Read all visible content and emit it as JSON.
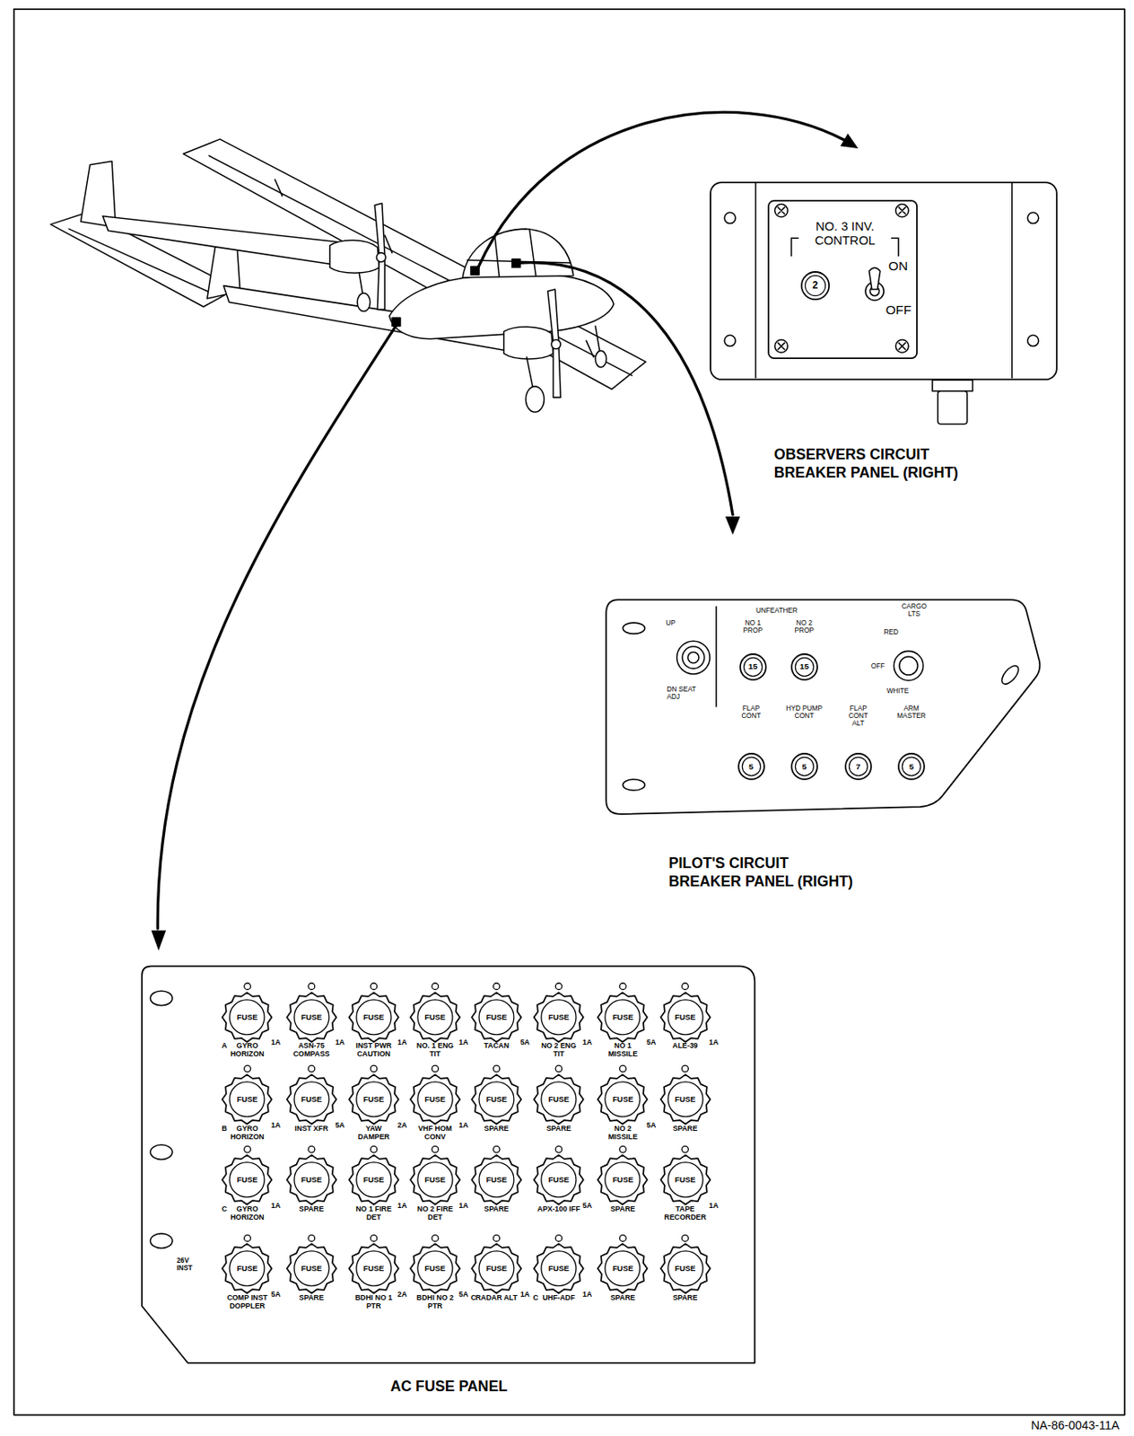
{
  "diagram": {
    "nodes": [
      {
        "text": [
          "OBSERVERS CIRCUIT BREAKER PANEL (RIGHT)"
        ]
      },
      {
        "text": [
          "NO. 3 INV. CONTROL"
        ],
        "in": 0
      },
      {
        "text": [
          "2"
        ],
        "in": 1
      },
      {
        "text": [
          "PILOT'S CIRCUIT BREAKER PANEL (RIGHT)"
        ]
      },
      {
        "text": [
          "NO 1 PROP",
          "15"
        ],
        "in": 3
      },
      {
        "text": [
          "NO 2 PROP",
          "15"
        ],
        "in": 3
      },
      {
        "text": [
          "FLAP CONT",
          "5"
        ],
        "in": 3
      },
      {
        "text": [
          "HYD PUMP CONT",
          "5"
        ],
        "in": 3
      },
      {
        "text": [
          "FLAP CONT ALT",
          "7"
        ],
        "in": 3
      },
      {
        "text": [
          "ARM MASTER",
          "5"
        ],
        "in": 3
      },
      {
        "text": [
          "AC FUSE PANEL"
        ]
      },
      {
        "text": [
          "FUSE",
          "A",
          "GYRO HORIZON",
          "1A"
        ],
        "in": 10
      },
      {
        "text": [
          "FUSE",
          "ASN-75 COMPASS",
          "1A"
        ],
        "in": 10
      },
      {
        "text": [
          "FUSE",
          "INST PWR CAUTION",
          "1A"
        ],
        "in": 10
      },
      {
        "text": [
          "FUSE",
          "NO. 1 ENG TIT",
          "1A"
        ],
        "in": 10
      },
      {
        "text": [
          "FUSE",
          "TACAN",
          "5A"
        ],
        "in": 10
      },
      {
        "text": [
          "FUSE",
          "NO 2 ENG TIT",
          "1A"
        ],
        "in": 10
      },
      {
        "text": [
          "FUSE",
          "NO 1 MISSILE",
          "5A"
        ],
        "in": 10
      },
      {
        "text": [
          "FUSE",
          "ALE-39",
          "1A"
        ],
        "in": 10
      },
      {
        "text": [
          "FUSE",
          "B",
          "GYRO HORIZON",
          "1A"
        ],
        "in": 10
      },
      {
        "text": [
          "FUSE",
          "INST XFR",
          "5A"
        ],
        "in": 10
      },
      {
        "text": [
          "FUSE",
          "YAW DAMPER",
          "2A"
        ],
        "in": 10
      },
      {
        "text": [
          "FUSE",
          "VHF HOM CONV",
          "1A"
        ],
        "in": 10
      },
      {
        "text": [
          "FUSE",
          "SPARE"
        ],
        "in": 10
      },
      {
        "text": [
          "FUSE",
          "SPARE"
        ],
        "in": 10
      },
      {
        "text": [
          "FUSE",
          "NO 2 MISSILE",
          "5A"
        ],
        "in": 10
      },
      {
        "text": [
          "FUSE",
          "SPARE"
        ],
        "in": 10
      },
      {
        "text": [
          "FUSE",
          "C",
          "GYRO HORIZON",
          "1A"
        ],
        "in": 10
      },
      {
        "text": [
          "FUSE",
          "SPARE"
        ],
        "in": 10
      },
      {
        "text": [
          "FUSE",
          "NO 1 FIRE DET",
          "1A"
        ],
        "in": 10
      },
      {
        "text": [
          "FUSE",
          "NO 2 FIRE DET",
          "1A"
        ],
        "in": 10
      },
      {
        "text": [
          "FUSE",
          "SPARE"
        ],
        "in": 10
      },
      {
        "text": [
          "FUSE",
          "APX-100 IFF",
          "5A"
        ],
        "in": 10
      },
      {
        "text": [
          "FUSE",
          "SPARE"
        ],
        "in": 10
      },
      {
        "text": [
          "FUSE",
          "TAPE RECORDER",
          "1A"
        ],
        "in": 10
      },
      {
        "text": [
          "FUSE",
          "COMP INST DOPPLER",
          "5A"
        ],
        "in": 10
      },
      {
        "text": [
          "FUSE",
          "SPARE"
        ],
        "in": 10
      },
      {
        "text": [
          "FUSE",
          "BDHI NO 1 PTR",
          "2A"
        ],
        "in": 10
      },
      {
        "text": [
          "FUSE",
          "BDHI NO 2 PTR",
          "5A"
        ],
        "in": 10
      },
      {
        "text": [
          "FUSE",
          "C",
          "RADAR ALT",
          "1A"
        ],
        "in": 10
      },
      {
        "text": [
          "FUSE",
          "C",
          "UHF-ADF",
          "1A"
        ],
        "in": 10
      },
      {
        "text": [
          "FUSE",
          "SPARE"
        ],
        "in": 10
      },
      {
        "text": [
          "FUSE",
          "SPARE"
        ],
        "in": 10
      }
    ],
    "labels": [
      "ON",
      "OFF",
      "UP",
      "DN SEAT ADJ",
      "UNFEATHER",
      "CARGO LTS",
      "RED",
      "OFF",
      "WHITE",
      "26V INST",
      "NA-86-0043-11A"
    ]
  }
}
